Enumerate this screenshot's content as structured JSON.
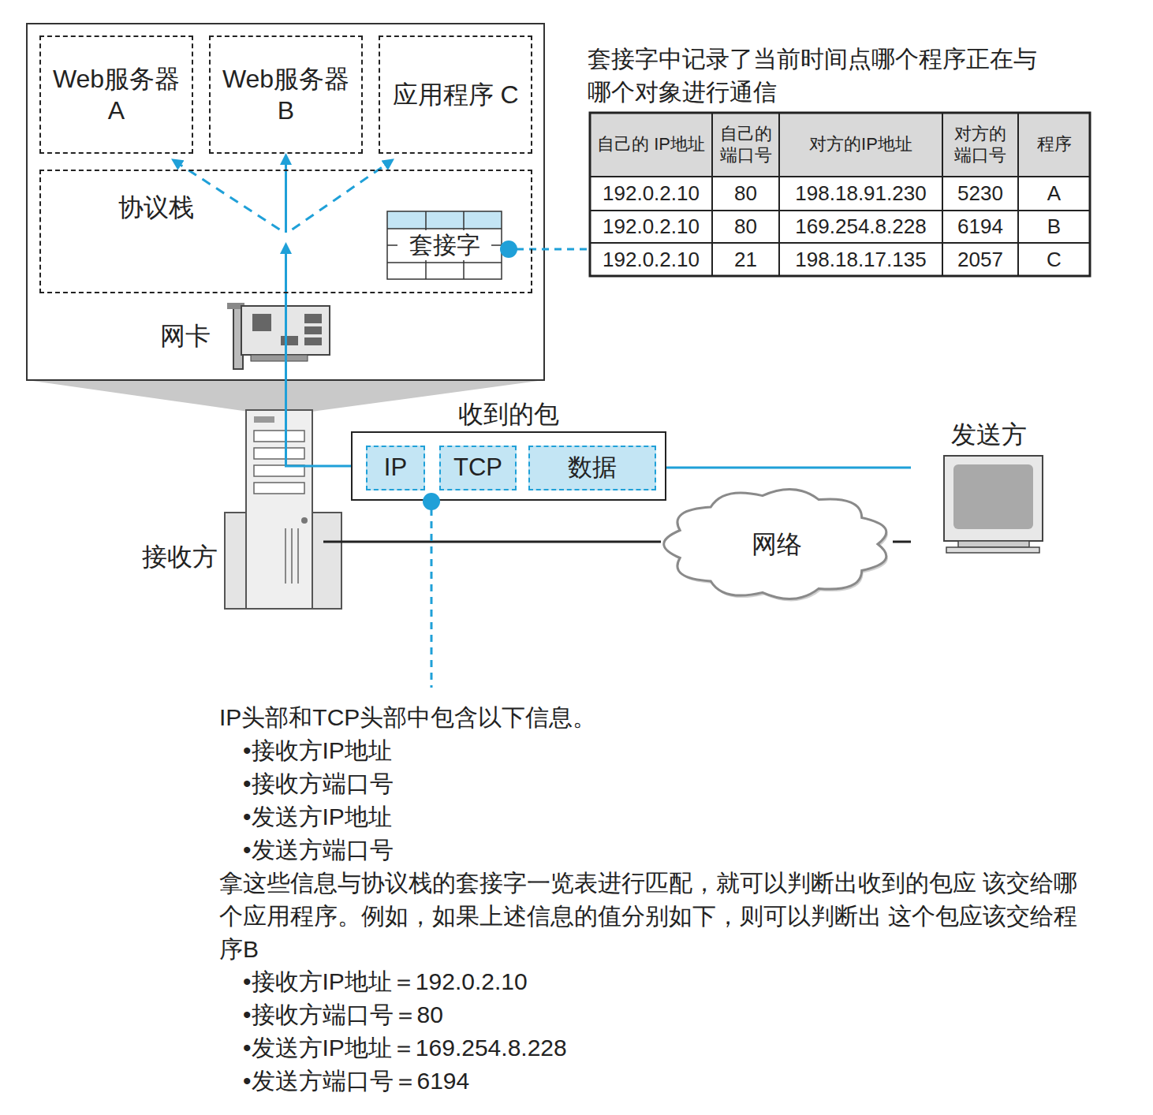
{
  "diagram": {
    "nodes": [
      {
        "text": [
          "Web服务器 A"
        ]
      },
      {
        "text": [
          "Web服务器 B"
        ]
      },
      {
        "text": [
          "应用程序 C"
        ]
      },
      {
        "text": [
          "协议栈"
        ]
      },
      {
        "text": [
          "套接字"
        ],
        "in": 3
      },
      {
        "text": [
          "收到的包"
        ]
      },
      {
        "text": [
          "IP"
        ],
        "in": 5
      },
      {
        "text": [
          "TCP"
        ],
        "in": 5
      },
      {
        "text": [
          "数据"
        ],
        "in": 5
      },
      {
        "text": [
          "网络"
        ]
      }
    ],
    "edges": [
      {
        "from": 5,
        "to": 3,
        "arrow": "to"
      },
      {
        "from": 3,
        "to": 0,
        "arrow": "to"
      },
      {
        "from": 3,
        "to": 1,
        "arrow": "to"
      },
      {
        "from": 3,
        "to": 2,
        "arrow": "to"
      }
    ],
    "labels": [
      "套接字中记录了当前时间点哪个程序正在与 哪个对象进行通信",
      "自己的 IP地址",
      "自己的 端口号",
      "对方的IP地址",
      "对方的 端口号",
      "程序",
      "192.0.2.10",
      "80",
      "198.18.91.230",
      "5230",
      "A",
      "192.0.2.10",
      "80",
      "169.254.8.228",
      "6194",
      "B",
      "192.0.2.10",
      "21",
      "198.18.17.135",
      "2057",
      "C",
      "网卡",
      "接收方",
      "发送方",
      "IP头部和TCP头部中包含以下信息。",
      "•接收方IP地址",
      "•接收方端口号",
      "•发送方IP地址",
      "•发送方端口号",
      "拿这些信息与协议栈的套接字一览表进行匹配，就可以判断出收到的包应 该交给哪个应用程序。例如，如果上述信息的值分别如下，则可以判断出 这个包应该交给程序B",
      "•接收方IP地址＝192.0.2.10",
      "•接收方端口号＝80",
      "•发送方IP地址＝169.254.8.228",
      "•发送方端口号＝6194"
    ]
  }
}
